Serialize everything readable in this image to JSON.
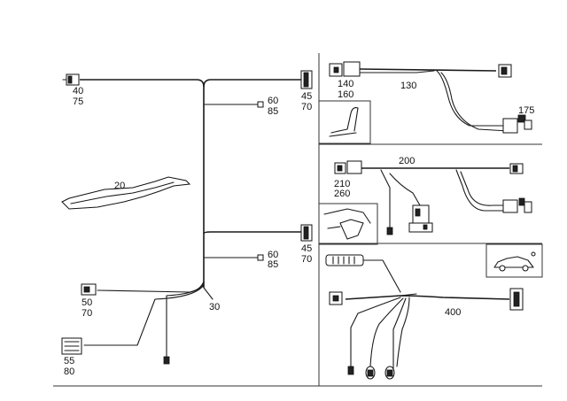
{
  "colors": {
    "line": "#1a1a1a",
    "background": "#ffffff",
    "label": "#111111"
  },
  "left_panel": {
    "labels": {
      "conn_40_75_a": "40",
      "conn_40_75_b": "75",
      "conn_45_70_top_a": "45",
      "conn_45_70_top_b": "70",
      "conn_60_85_top_a": "60",
      "conn_60_85_top_b": "85",
      "part_20": "20",
      "conn_45_70_mid_a": "45",
      "conn_45_70_mid_b": "70",
      "conn_60_85_mid_a": "60",
      "conn_60_85_mid_b": "85",
      "conn_50_70_a": "50",
      "conn_50_70_b": "70",
      "harness_30": "30",
      "conn_55_80_a": "55",
      "conn_55_80_b": "80"
    }
  },
  "right_top": {
    "labels": {
      "conn_140": "140",
      "conn_160": "160",
      "harness_130": "130",
      "conn_175": "175"
    },
    "inset_icon": "seat-icon"
  },
  "right_mid": {
    "labels": {
      "harness_200": "200",
      "conn_210": "210",
      "conn_260": "260"
    },
    "inset_icon": "door-panel-icon"
  },
  "right_bottom": {
    "labels": {
      "harness_400": "400"
    },
    "inset_icon": "car-silhouette-icon"
  }
}
